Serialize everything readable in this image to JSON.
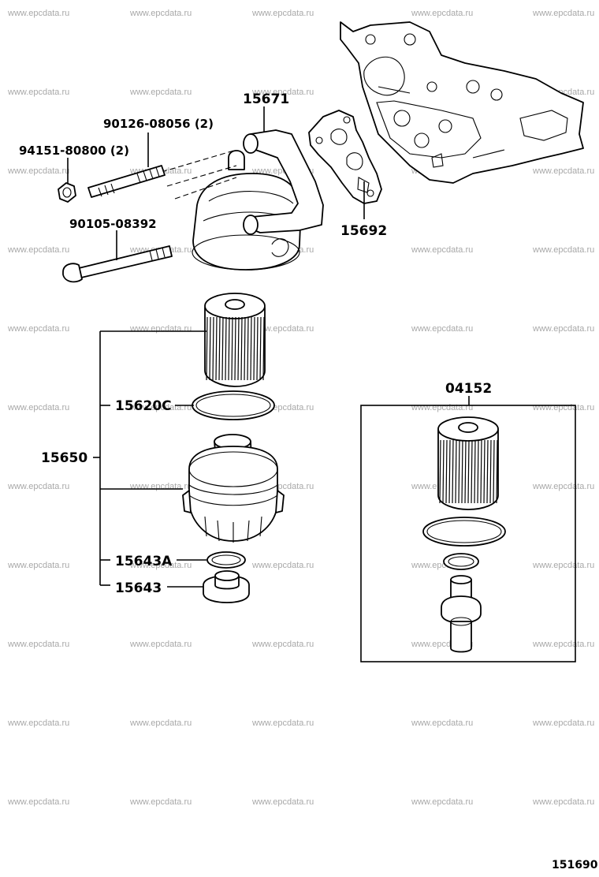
{
  "watermark": "www.epcdata.ru",
  "labels": {
    "p15671": "15671",
    "p90126": "90126-08056 (2)",
    "p94151": "94151-80800 (2)",
    "p90105": "90105-08392",
    "p15692": "15692",
    "p15650": "15650",
    "p15620c": "15620C",
    "p15643a": "15643A",
    "p15643": "15643",
    "p04152": "04152"
  },
  "diagram_id": "151690"
}
